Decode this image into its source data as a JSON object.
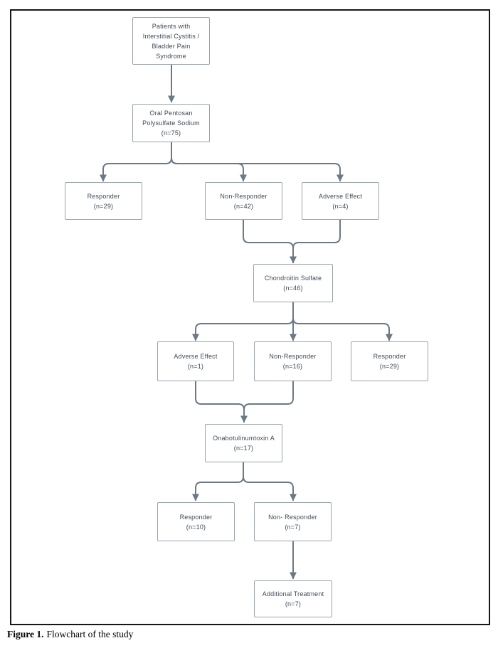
{
  "figure": {
    "caption": {
      "label": "Figure 1.",
      "text": "Flowchart of the study"
    }
  },
  "colors": {
    "connector": "#6b7985",
    "box_border": "#9aa3ad",
    "box_text": "#3e4a57",
    "frame_border": "#161616",
    "background": "#ffffff"
  },
  "nodes": {
    "patients": {
      "label": [
        "Patients with",
        "Interstitial Cystitis /",
        "Bladder Pain",
        "Syndrome"
      ],
      "n": ""
    },
    "pentosan": {
      "label": [
        "Oral Pentosan",
        "Polysulfate Sodium"
      ],
      "n": "(n=75)"
    },
    "responder_pps": {
      "label": "Responder",
      "n": "(n=29)"
    },
    "nonresponder_pps": {
      "label": "Non-Responder",
      "n": "(n=42)"
    },
    "adverse_pps": {
      "label": "Adverse Effect",
      "n": "(n=4)"
    },
    "chondroitin": {
      "label": "Chondroitin Sulfate",
      "n": "(n=46)"
    },
    "adverse_cs": {
      "label": "Adverse Effect",
      "n": "(n=1)"
    },
    "nonresponder_cs": {
      "label": "Non-Responder",
      "n": "(n=16)"
    },
    "responder_cs": {
      "label": "Responder",
      "n": "(n=29)"
    },
    "onabotulinumtoxin": {
      "label": "Onabotulinumtoxin A",
      "n": "(n=17)"
    },
    "responder_btx": {
      "label": "Responder",
      "n": "(n=10)"
    },
    "nonresponder_btx": {
      "label": "Non- Responder",
      "n": "(n=7)"
    },
    "additional": {
      "label": "Additional Treatment",
      "n": "(n=7)"
    }
  }
}
